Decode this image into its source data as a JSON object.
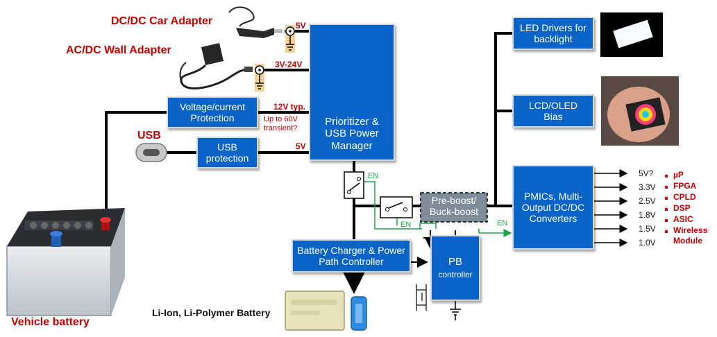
{
  "sources": {
    "car_adapter": "DC/DC Car Adapter",
    "wall_adapter": "AC/DC Wall Adapter",
    "usb": "USB",
    "vehicle_battery": "Vehicle battery",
    "li_battery": "Li-Ion, Li-Polymer Battery"
  },
  "voltages": {
    "car": "5V",
    "wall": "3V-24V",
    "vehicle": "12V typ.",
    "transient": "Up to 60V transient?",
    "usb": "5V"
  },
  "blocks": {
    "protection": "Voltage/current Protection",
    "usb_protection": "USB protection",
    "prioritizer": "Prioritizer & USB Power Manager",
    "charger": "Battery Charger & Power Path Controller",
    "preboost": "Pre-boost/ Buck-boost",
    "pb_controller_1": "PB",
    "pb_controller_2": "controller",
    "led_drivers": "LED Drivers for backlight",
    "lcd_bias": "LCD/OLED Bias",
    "pmics": "PMICs, Multi-Output DC/DC Converters"
  },
  "enable": {
    "en1": "EN",
    "en2": "EN",
    "en3": "EN"
  },
  "outputs": [
    "5V?",
    "3.3V",
    "2.5V",
    "1.8V",
    "1.5V",
    "1.0V"
  ],
  "loads": [
    "µP",
    "FPGA",
    "CPLD",
    "DSP",
    "ASIC",
    "Wireless Module"
  ],
  "colors": {
    "block": "#0a63c6",
    "wire": "#000000",
    "enable": "#1aa34a",
    "red_label": "#c00000",
    "preboost": "#7f8c99"
  }
}
